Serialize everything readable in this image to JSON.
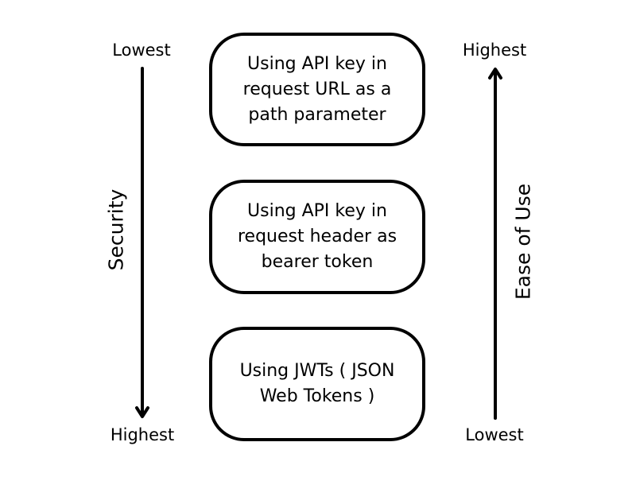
{
  "security_axis": {
    "top_label": "Lowest",
    "bottom_label": "Highest",
    "title": "Security",
    "direction": "down"
  },
  "ease_axis": {
    "top_label": "Highest",
    "bottom_label": "Lowest",
    "title": "Ease of Use",
    "direction": "up"
  },
  "methods": [
    {
      "label": "Using API key in request URL as a path parameter"
    },
    {
      "label": "Using API key in request header as bearer token"
    },
    {
      "label": "Using JWTs ( JSON Web Tokens )"
    }
  ],
  "colors": {
    "stroke": "#000000",
    "background": "#ffffff",
    "text": "#000000"
  }
}
